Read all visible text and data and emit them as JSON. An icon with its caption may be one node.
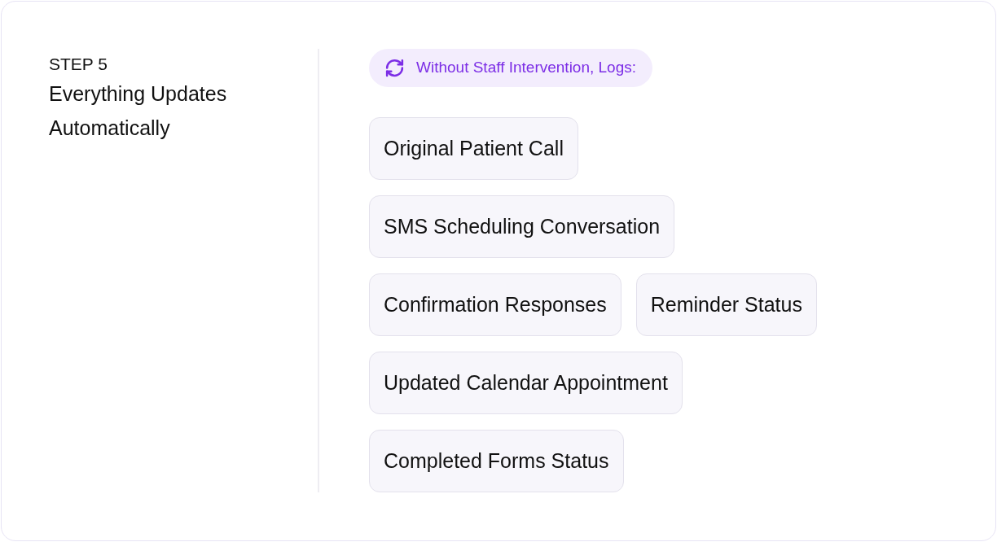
{
  "diagram": {
    "title": "Everything Updates Automatically",
    "nodes": [
      {
        "text": [
          "Without Staff Intervention, Logs:"
        ]
      },
      {
        "text": [
          "Original Patient Call"
        ]
      },
      {
        "text": [
          "SMS Scheduling Conversation"
        ]
      },
      {
        "text": [
          "Confirmation Responses"
        ]
      },
      {
        "text": [
          "Reminder Status"
        ]
      },
      {
        "text": [
          "Updated Calendar Appointment"
        ]
      },
      {
        "text": [
          "Completed Forms Status"
        ]
      }
    ],
    "labels": [
      "STEP 5"
    ]
  }
}
